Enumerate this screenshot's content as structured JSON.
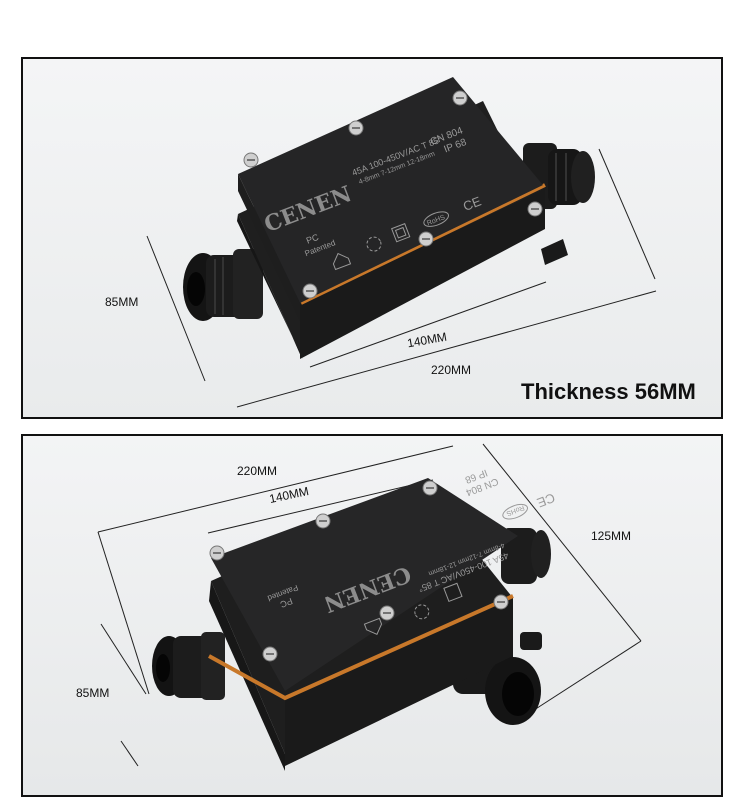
{
  "top_panel": {
    "dim_height": "85MM",
    "dim_inner_length": "140MM",
    "dim_outer_length": "220MM",
    "thickness": "Thickness 56MM",
    "box": {
      "brand": "CENEN",
      "model": "CN 804",
      "rating": "IP 68",
      "material": "PC",
      "patent": "Patented",
      "spec": "45A 100-450V/AC T 85°",
      "cable_ranges": "4-8mm  7-12mm  12-18mm",
      "rohs": "RoHS",
      "ce": "CE"
    }
  },
  "bottom_panel": {
    "dim_outer_length": "220MM",
    "dim_inner_length": "140MM",
    "dim_width": "125MM",
    "dim_height": "85MM",
    "box": {
      "brand": "CENEN",
      "model": "CN 804",
      "rating": "IP 68",
      "material": "PC",
      "patent": "Patented",
      "spec": "45A 100-450V/AC T 85°",
      "cable_ranges": "4-8mm  7-12mm  12-18mm",
      "rohs": "RoHS",
      "ce": "CE"
    }
  }
}
